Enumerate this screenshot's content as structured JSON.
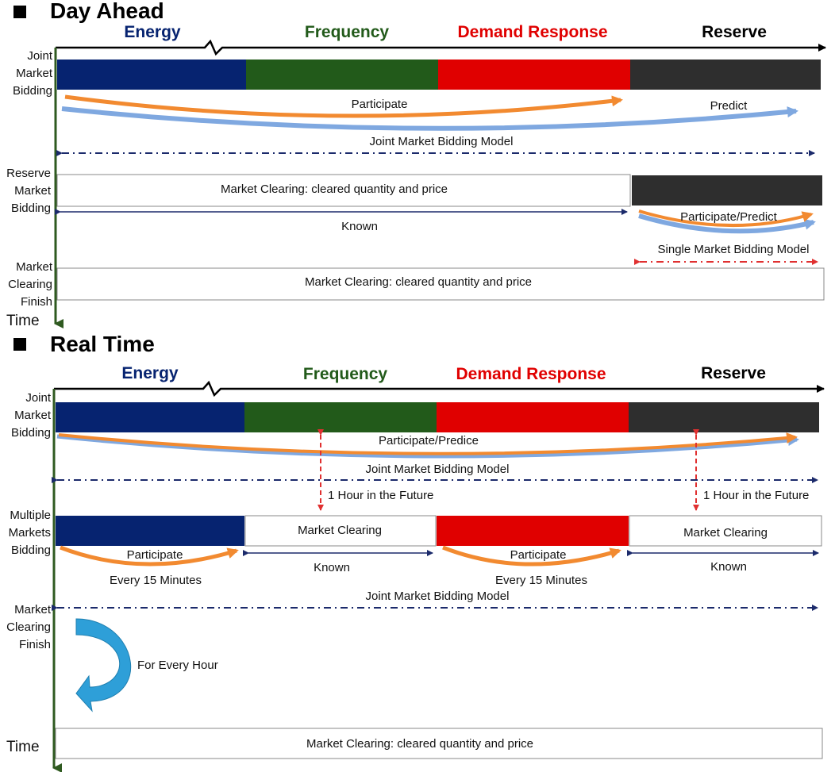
{
  "colors": {
    "energy": "#062370",
    "frequency": "#225a1a",
    "demand_response": "#e00000",
    "reserve": "#2e2e2e",
    "participate_arrow": "#f28a30",
    "predict_arrow": "#7fa8e0",
    "model_line": "#1b2a6b",
    "future_line": "#e03030",
    "time_axis": "#2f5a20",
    "cycle_arrow": "#2e9fd8"
  },
  "icons": {
    "bullet": "square-bullet-icon",
    "cycle": "curved-cycle-arrow-icon"
  },
  "day_ahead": {
    "title": "Day Ahead",
    "markets": {
      "energy": "Energy",
      "frequency": "Frequency",
      "demand_response": "Demand Response",
      "reserve": "Reserve"
    },
    "rows": {
      "joint": "Joint\nMarket\nBidding",
      "reserve": "Reserve\nMarket\nBidding",
      "finish": "Market\nClearing\nFinish"
    },
    "participate": "Participate",
    "predict": "Predict",
    "joint_model": "Joint Market Bidding Model",
    "clearing_box": "Market Clearing: cleared quantity and price",
    "known": "Known",
    "participate_predict": "Participate/Predict",
    "single_model": "Single Market Bidding Model",
    "final_clearing": "Market Clearing: cleared quantity and price",
    "time_label": "Time"
  },
  "real_time": {
    "title": "Real Time",
    "markets": {
      "energy": "Energy",
      "frequency": "Frequency",
      "demand_response": "Demand Response",
      "reserve": "Reserve"
    },
    "rows": {
      "joint": "Joint\nMarket\nBidding",
      "multiple": "Multiple\nMarkets\nBidding",
      "finish": "Market\nClearing\nFinish"
    },
    "participate_predice": "Participate/Predice",
    "joint_model_1": "Joint Market Bidding Model",
    "future_1": "1 Hour in the Future",
    "future_2": "1 Hour in the Future",
    "clearing_1": "Market Clearing",
    "clearing_2": "Market Clearing",
    "participate_1": "Participate",
    "participate_2": "Participate",
    "every_15_1": "Every 15 Minutes",
    "every_15_2": "Every 15 Minutes",
    "known_1": "Known",
    "known_2": "Known",
    "joint_model_2": "Joint Market Bidding Model",
    "for_every_hour": "For Every Hour",
    "final_clearing": "Market Clearing: cleared quantity and price",
    "time_label": "Time"
  }
}
